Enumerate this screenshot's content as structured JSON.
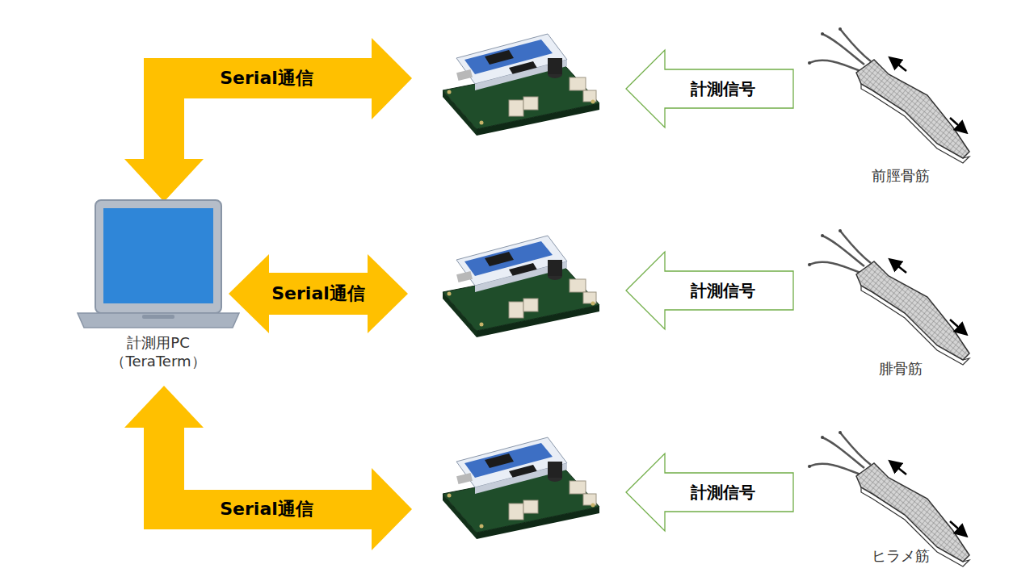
{
  "diagram": {
    "nodes": [
      {
        "text": [
          "計測用PC （TeraTerm）"
        ]
      },
      {
        "text": [
          "前脛骨筋"
        ]
      },
      {
        "text": [
          "腓骨筋"
        ]
      },
      {
        "text": [
          "ヒラメ筋"
        ]
      }
    ],
    "labels": [
      "Serial通信",
      "計測信号",
      "Serial通信",
      "計測信号",
      "Serial通信",
      "計測信号"
    ]
  }
}
